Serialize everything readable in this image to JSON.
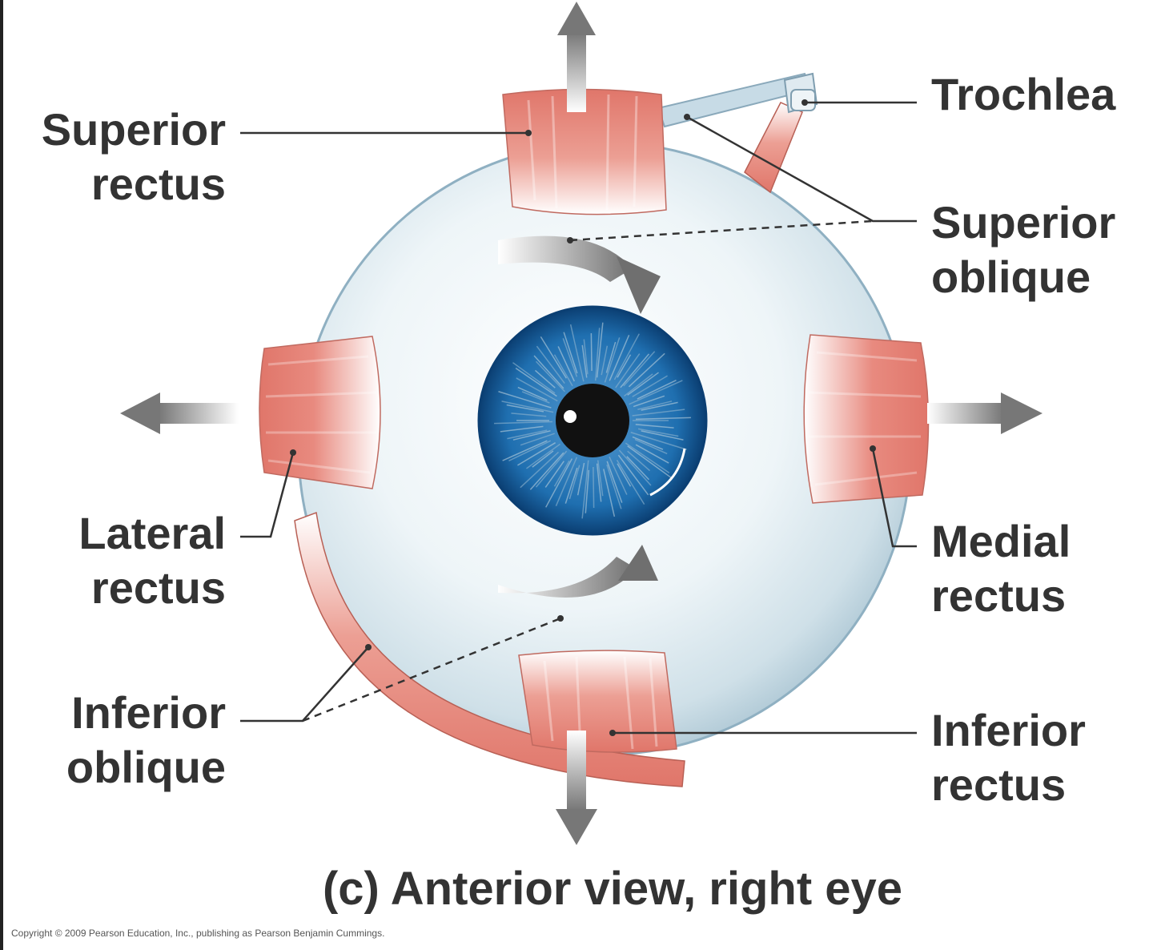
{
  "labels": {
    "superior_rectus": [
      "Superior",
      "rectus"
    ],
    "trochlea": [
      "Trochlea"
    ],
    "superior_oblique": [
      "Superior",
      "oblique"
    ],
    "lateral_rectus": [
      "Lateral",
      "rectus"
    ],
    "medial_rectus": [
      "Medial",
      "rectus"
    ],
    "inferior_oblique": [
      "Inferior",
      "oblique"
    ],
    "inferior_rectus": [
      "Inferior",
      "rectus"
    ]
  },
  "caption": "(c) Anterior view, right eye",
  "copyright": "Copyright © 2009 Pearson Education, Inc., publishing as Pearson Benjamin Cummings.",
  "colors": {
    "muscle": "#e0766a",
    "muscle_dark": "#c9524a",
    "sclera": "#e3eef3",
    "sclera_edge": "#9fbccb",
    "iris": "#1f6fb0",
    "iris_dark": "#0b3f73",
    "pupil": "#111111",
    "arrow": "#8a8a8a",
    "leader": "#333333",
    "text": "#333333"
  }
}
